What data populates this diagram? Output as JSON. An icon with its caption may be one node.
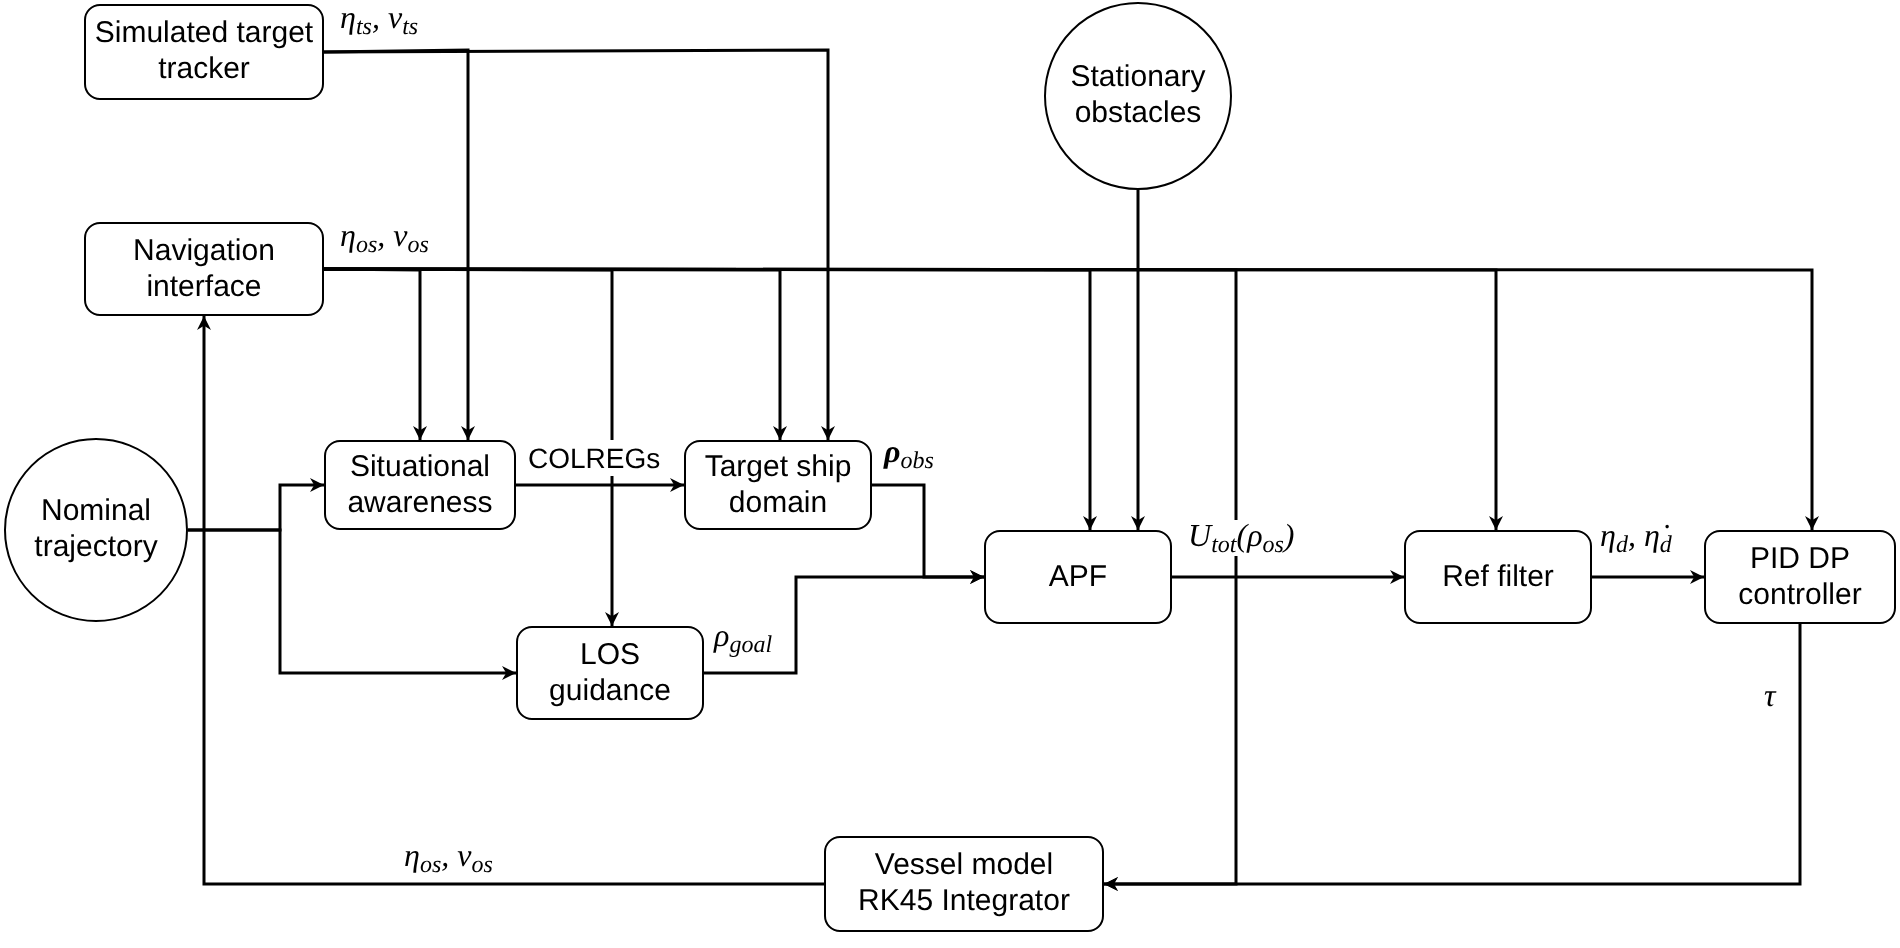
{
  "diagram": {
    "nodes": [
      {
        "text": [
          "Simulated target tracker"
        ]
      },
      {
        "text": [
          "Navigation interface"
        ]
      },
      {
        "text": [
          "Stationary obstacles"
        ]
      },
      {
        "text": [
          "Nominal trajectory"
        ]
      },
      {
        "text": [
          "Situational awareness"
        ]
      },
      {
        "text": [
          "Target ship domain"
        ]
      },
      {
        "text": [
          "LOS guidance"
        ]
      },
      {
        "text": [
          "APF"
        ]
      },
      {
        "text": [
          "Ref filter"
        ]
      },
      {
        "text": [
          "PID DP controller"
        ]
      },
      {
        "text": [
          "Vessel model RK45 Integrator"
        ]
      }
    ],
    "edges": [
      {
        "from": 0,
        "to": 4,
        "arrow": "to",
        "label": "η$_{ts}$, ν$_{ts}$"
      },
      {
        "from": 0,
        "to": 5,
        "arrow": "to"
      },
      {
        "from": 1,
        "to": 4,
        "arrow": "to",
        "label": "η$_{os}$, ν$_{os}$"
      },
      {
        "from": 1,
        "to": 5,
        "arrow": "to"
      },
      {
        "from": 1,
        "to": 6,
        "arrow": "to"
      },
      {
        "from": 1,
        "to": 7,
        "arrow": "to"
      },
      {
        "from": 1,
        "to": 8,
        "arrow": "to"
      },
      {
        "from": 1,
        "to": 9,
        "arrow": "to"
      },
      {
        "from": 1,
        "to": 10,
        "arrow": "to"
      },
      {
        "from": 2,
        "to": 7,
        "arrow": "to"
      },
      {
        "from": 3,
        "to": 4,
        "arrow": "to"
      },
      {
        "from": 3,
        "to": 6,
        "arrow": "to"
      },
      {
        "from": 4,
        "to": 5,
        "arrow": "to",
        "label": "COLREGs"
      },
      {
        "from": 5,
        "to": 7,
        "arrow": "to",
        "label": "**ρ**$_{obs}$"
      },
      {
        "from": 6,
        "to": 7,
        "arrow": "to",
        "label": "ρ$_{goal}$"
      },
      {
        "from": 7,
        "to": 8,
        "arrow": "to",
        "label": "U$_{tot}$(ρ$_{os}$)"
      },
      {
        "from": 8,
        "to": 9,
        "arrow": "to",
        "label": "η$_{d}$, η̇$_{d}$"
      },
      {
        "from": 9,
        "to": 10,
        "arrow": "to",
        "label": "τ"
      },
      {
        "from": 10,
        "to": 1,
        "arrow": "to",
        "label": "η$_{os}$, ν$_{os}$"
      }
    ]
  }
}
